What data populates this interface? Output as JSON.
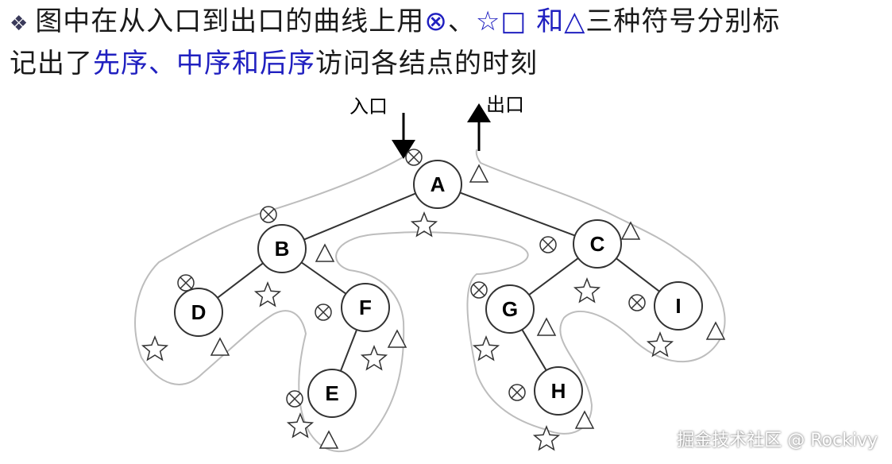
{
  "headline": {
    "bullet": "❖",
    "part1": "图中在从入口到出口的曲线上用",
    "sym_pre": "⊗",
    "sep1": "、",
    "sym_in": "☆□",
    "word_and": " 和",
    "sym_post": "△",
    "part2": "三种符号分别标",
    "part3": "记出了",
    "pre": "先序",
    "sep2": "、",
    "in": "中序",
    "and2": "和",
    "post": "后序",
    "part4": "访问各结点的时刻"
  },
  "diagram": {
    "entry_label": "入口",
    "exit_label": "出口",
    "nodes": [
      {
        "id": "A",
        "label": "A"
      },
      {
        "id": "B",
        "label": "B"
      },
      {
        "id": "C",
        "label": "C"
      },
      {
        "id": "D",
        "label": "D"
      },
      {
        "id": "E",
        "label": "E"
      },
      {
        "id": "F",
        "label": "F"
      },
      {
        "id": "G",
        "label": "G"
      },
      {
        "id": "H",
        "label": "H"
      },
      {
        "id": "I",
        "label": "I"
      }
    ],
    "edges": [
      [
        "A",
        "B"
      ],
      [
        "A",
        "C"
      ],
      [
        "B",
        "D"
      ],
      [
        "B",
        "F"
      ],
      [
        "F",
        "E"
      ],
      [
        "C",
        "G"
      ],
      [
        "C",
        "I"
      ],
      [
        "G",
        "H"
      ]
    ],
    "symbols": {
      "preorder": "⊗",
      "inorder": "☆",
      "postorder": "△"
    }
  },
  "watermark": "掘金技术社区 @ Rockivy"
}
